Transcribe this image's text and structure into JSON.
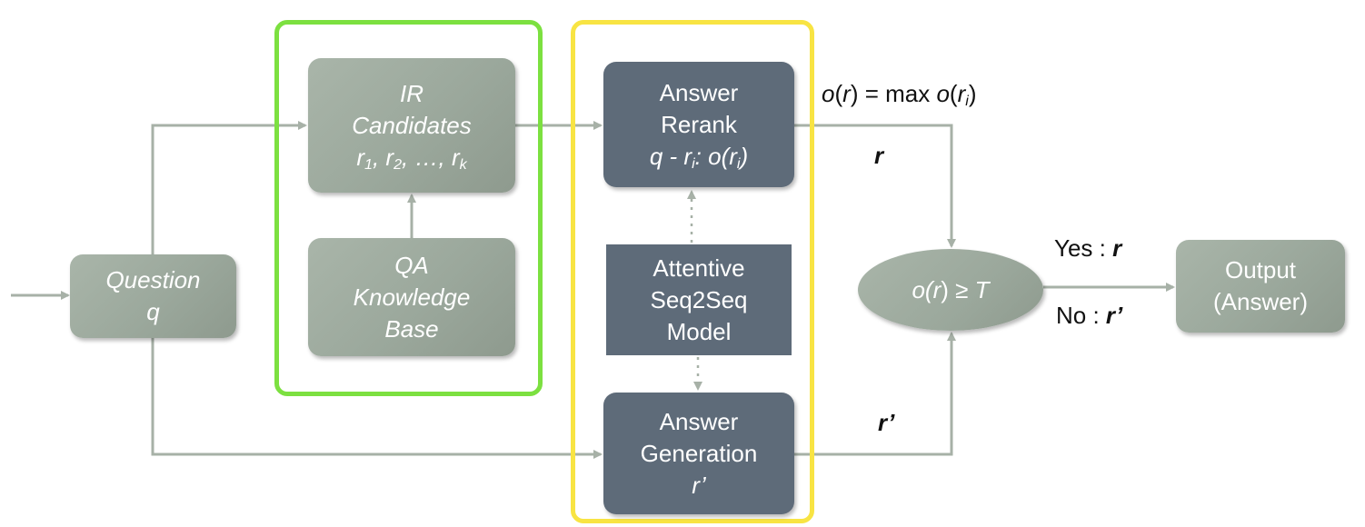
{
  "diagram": {
    "nodes": {
      "question": {
        "line1": "Question",
        "line2": "q"
      },
      "ir_candidates": {
        "line1": "IR",
        "line2": "Candidates",
        "line3_parts": [
          "r",
          "1",
          ", r",
          "2",
          ", …, r",
          "k"
        ]
      },
      "qa_kb": {
        "line1": "QA",
        "line2": "Knowledge",
        "line3": "Base"
      },
      "answer_rerank": {
        "line1": "Answer",
        "line2": "Rerank",
        "line3_parts": [
          "q - r",
          "i",
          ": o(r",
          "i",
          ")"
        ]
      },
      "attentive_model": {
        "line1": "Attentive",
        "line2": "Seq2Seq",
        "line3": "Model"
      },
      "answer_generation": {
        "line1": "Answer",
        "line2": "Generation",
        "line3": "r’"
      },
      "decision": {
        "parts": [
          "o(",
          "r",
          ") ≥ ",
          "T"
        ]
      },
      "output": {
        "line1": "Output",
        "line2": "(Answer)"
      }
    },
    "labels": {
      "max_formula_parts": [
        "o",
        "(",
        "r",
        ") = max ",
        "o",
        "(",
        "r",
        "i",
        ")"
      ],
      "rerank_out": "r",
      "generation_out": "r’",
      "yes": {
        "prefix": "Yes : ",
        "value": "r"
      },
      "no": {
        "prefix": "No : ",
        "value": "r’"
      }
    },
    "colors": {
      "gray_node": "#9ba89c",
      "dark_node": "#5e6b79",
      "arrow": "#a7b1a7",
      "green_frame": "#7ce040",
      "yellow_frame": "#f8e443"
    }
  }
}
